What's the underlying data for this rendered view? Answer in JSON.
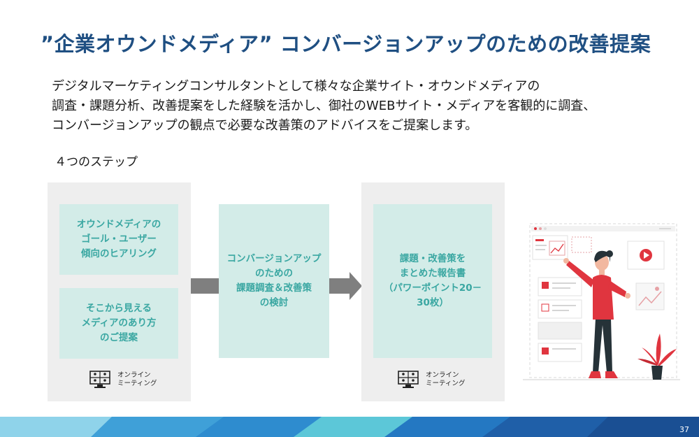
{
  "slide": {
    "title": "”企業オウンドメディア” コンバージョンアップのための改善提案",
    "intro": [
      "デジタルマーケティングコンサルタントとして様々な企業サイト・オウンドメディアの",
      "調査・課題分析、改善提案をした経験を活かし、御社のWEBサイト・メディアを客観的に調査、",
      "コンバージョンアップの観点で必要な改善策のアドバイスをご提案します。"
    ],
    "steps_heading": "４つのステップ",
    "page_number": "37"
  },
  "steps": {
    "step1a": "オウンドメディアの\nゴール・ユーザー\n傾向のヒアリング",
    "step1b": "そこから見える\nメディアのあり方\nのご提案",
    "step2": "コンバージョンアップ\nのための\n課題調査＆改善策\nの検討",
    "step3": "課題・改善策を\nまとめた報告書\n（パワーポイント20－\n30枚）"
  },
  "meeting": {
    "label": "オンライン\nミーティング",
    "icon": "online-meeting-icon"
  },
  "colors": {
    "title": "#1f4f82",
    "box_bg": "#d3ece8",
    "box_text": "#3aa7a2",
    "panel_bg": "#eeeeee",
    "arrow": "#7f7f7f",
    "accent_red": "#e0353f"
  }
}
